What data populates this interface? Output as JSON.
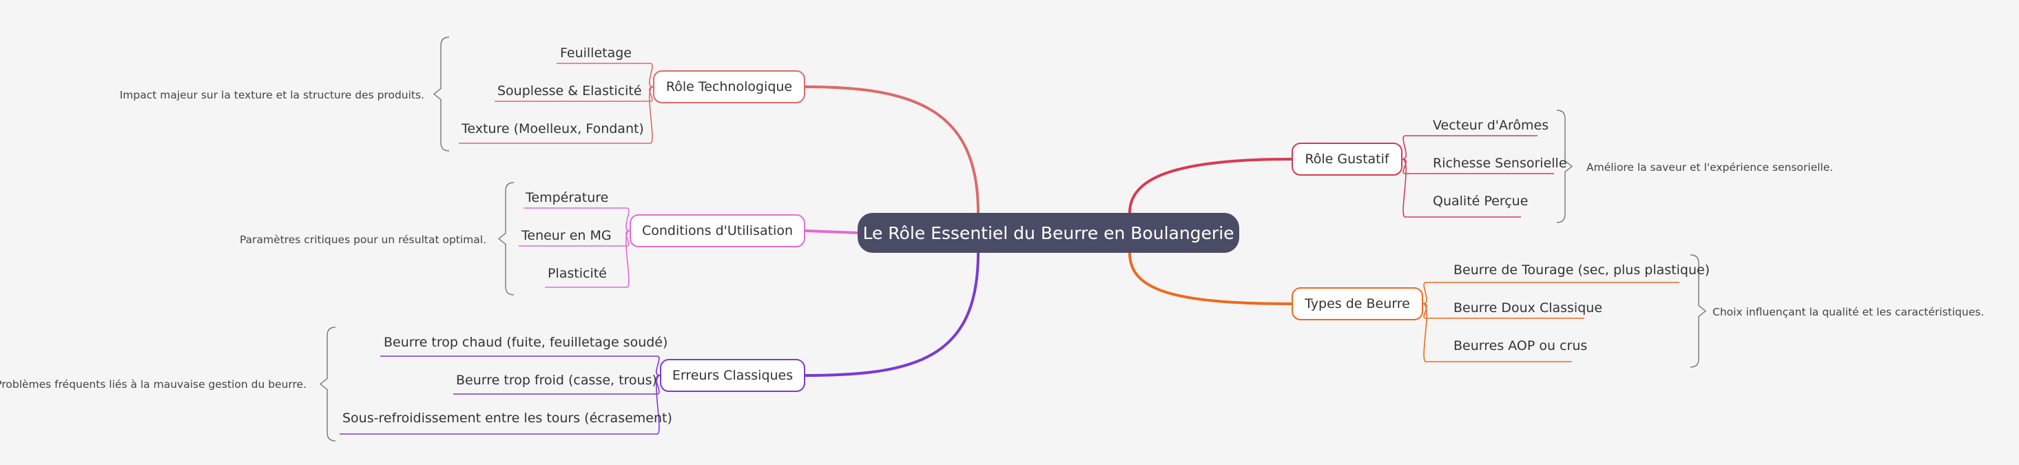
{
  "root": {
    "label": "Le Rôle Essentiel du Beurre en Boulangerie"
  },
  "branches": {
    "technologique": {
      "label": "Rôle Technologique",
      "color": "#d96b6b",
      "leaves": [
        "Feuilletage",
        "Souplesse & Elasticité",
        "Texture (Moelleux, Fondant)"
      ],
      "note": "Impact majeur sur la texture et la structure des produits."
    },
    "conditions": {
      "label": "Conditions d'Utilisation",
      "color": "#e26bd6",
      "leaves": [
        "Température",
        "Teneur en MG",
        "Plasticité"
      ],
      "note": "Paramètres critiques pour un résultat optimal."
    },
    "erreurs": {
      "label": "Erreurs Classiques",
      "color": "#7a3ad6",
      "leaves": [
        "Beurre trop chaud (fuite, feuilletage soudé)",
        "Beurre trop froid (casse, trous)",
        "Sous-refroidissement entre les tours (écrasement)"
      ],
      "note": "Problèmes fréquents liés à la mauvaise gestion du beurre."
    },
    "gustatif": {
      "label": "Rôle Gustatif",
      "color": "#d93a52",
      "leaves": [
        "Vecteur d'Arômes",
        "Richesse Sensorielle",
        "Qualité Perçue"
      ],
      "note": "Améliore la saveur et l'expérience sensorielle."
    },
    "types": {
      "label": "Types de Beurre",
      "color": "#ee6a1e",
      "leaves": [
        "Beurre de Tourage (sec, plus plastique)",
        "Beurre Doux Classique",
        "Beurres AOP ou crus"
      ],
      "note": "Choix influençant la qualité et les caractéristiques."
    }
  }
}
